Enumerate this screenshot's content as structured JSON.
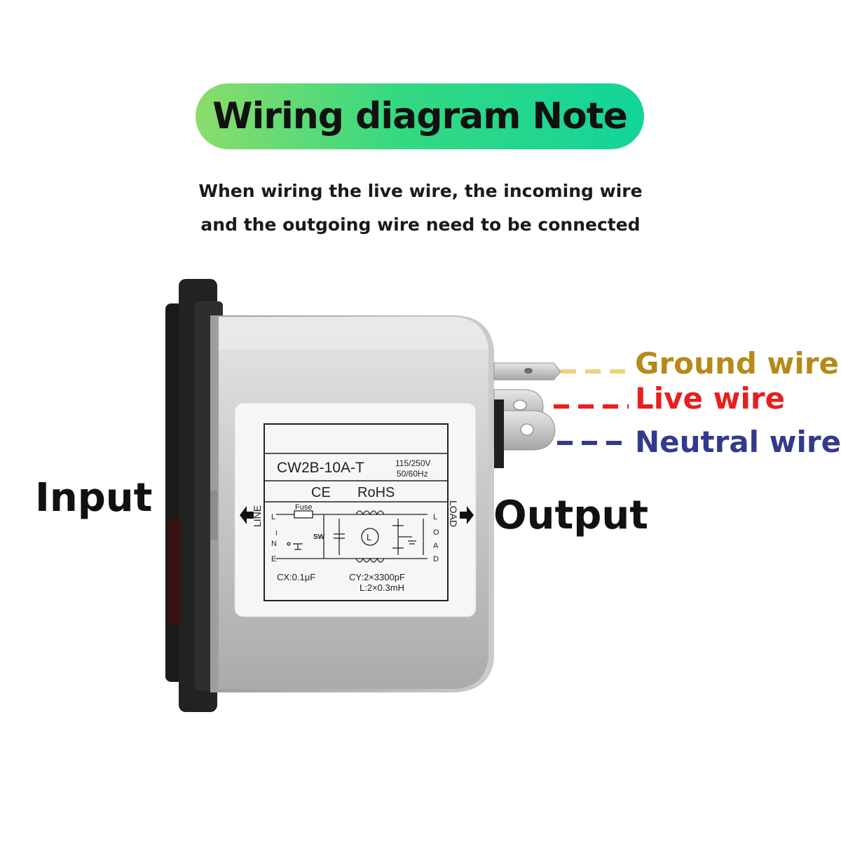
{
  "title": "Wiring diagram Note",
  "note": {
    "line1": "When wiring the live wire, the incoming wire",
    "line2": "and the outgoing wire need to be connected"
  },
  "input_label": "Input",
  "output_label": "Output",
  "wires": {
    "ground": {
      "label": "Ground wire",
      "color": "#f2cf7a",
      "text_color": "#b68a19"
    },
    "live": {
      "label": "Live wire",
      "color": "#e81f1f",
      "text_color": "#e81f1f"
    },
    "neutral": {
      "label": "Neutral wire",
      "color": "#333a8c",
      "text_color": "#333a8c"
    }
  },
  "device_label": {
    "model": "CW2B-10A-T",
    "voltage": "115/250V",
    "frequency": "50/60Hz",
    "ce_mark": "CE",
    "rohs": "RoHS",
    "line_side": "LINE",
    "load_side": "LOAD",
    "fuse": "Fuse",
    "switch": "SW",
    "line_pins": [
      "L",
      "N",
      "E"
    ],
    "line_word": [
      "L",
      "I",
      "N",
      "E"
    ],
    "load_word": [
      "L",
      "O",
      "A",
      "D"
    ],
    "inductor_symbol": "L",
    "cx_spec": "CX:0.1μF",
    "cy_spec": "CY:2×3300pF",
    "l_spec": "L:2×0.3mH"
  },
  "colors": {
    "pill_start": "#8bdc6b",
    "pill_end": "#12d49a",
    "metal": "#c9cbcc",
    "plastic": "#1c1c1c",
    "label_bg": "#f6f6f6"
  }
}
